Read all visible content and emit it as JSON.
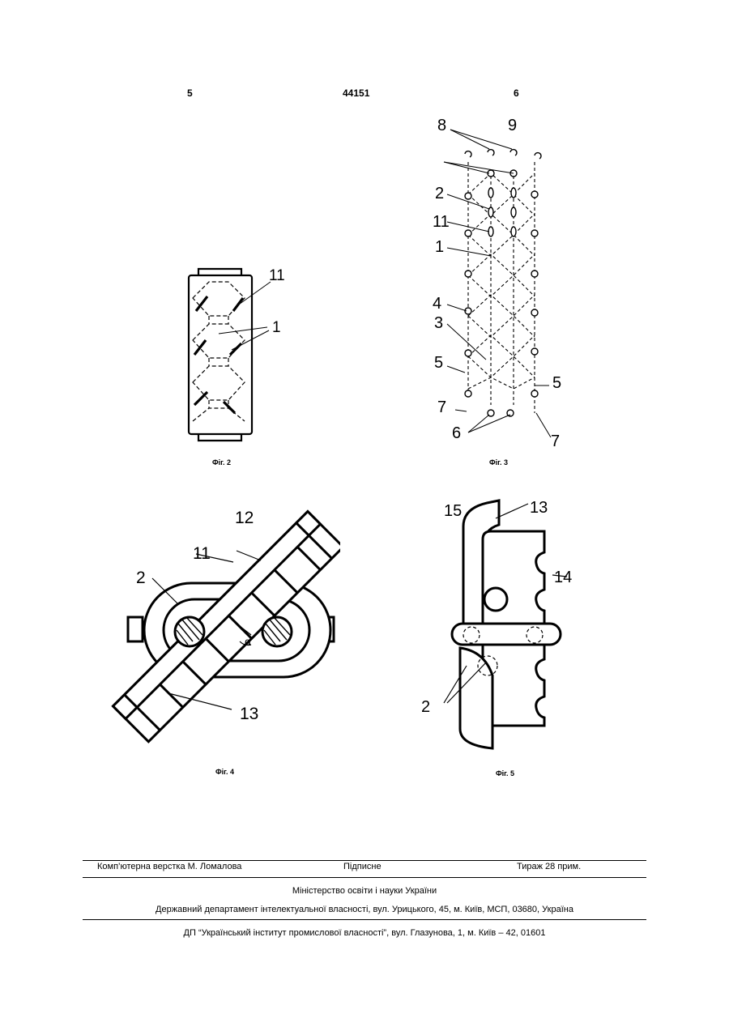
{
  "header": {
    "left_page": "5",
    "patent_number": "44151",
    "right_page": "6"
  },
  "figures": {
    "fig2": {
      "caption": "Фіг. 2",
      "labels": [
        "11",
        "1"
      ]
    },
    "fig3": {
      "caption": "Фіг. 3",
      "labels": [
        "8",
        "9",
        "2",
        "11",
        "1",
        "4",
        "3",
        "5",
        "5",
        "7",
        "6",
        "7"
      ]
    },
    "fig4": {
      "caption": "Фіг. 4",
      "labels": [
        "12",
        "11",
        "2",
        "13",
        "α"
      ]
    },
    "fig5": {
      "caption": "Фіг. 5",
      "labels": [
        "15",
        "13",
        "14",
        "2"
      ]
    }
  },
  "footer": {
    "typesetting": "Комп’ютерна верстка М. Ломалова",
    "signed": "Підписне",
    "circulation": "Тираж 28 прим.",
    "ministry": "Міністерство освіти і науки України",
    "department": "Державний департамент інтелектуальної власності, вул. Урицького, 45, м. Київ, МСП, 03680, Україна",
    "institute": "ДП “Український інститут промислової власності”, вул. Глазунова, 1, м. Київ – 42, 01601"
  }
}
